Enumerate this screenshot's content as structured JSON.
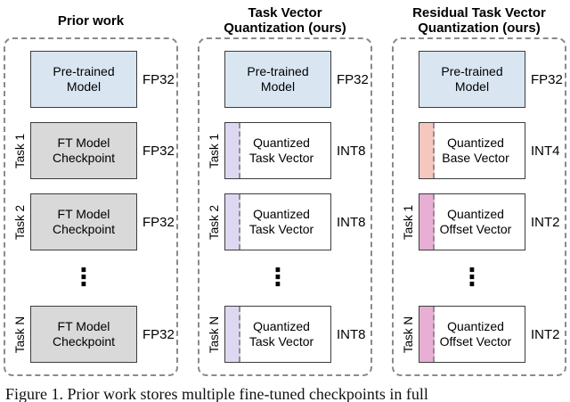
{
  "glyphs": {
    "vertical_ellipsis": "⋮"
  },
  "caption": "Figure 1. Prior work stores multiple fine-tuned checkpoints in full",
  "colors": {
    "pretrained_fill": "#d9e6f2",
    "checkpoint_fill": "#d9d9d9",
    "task_vector_strip": "#ded7f2",
    "base_vector_strip": "#f5c7bf",
    "offset_vector_strip": "#e8aed3",
    "panel_border": "#8a8a8a",
    "box_border": "#3d3d3d"
  },
  "columns": [
    {
      "title": "Prior work",
      "rows": [
        {
          "label": "Pre-trained\nModel",
          "precision": "FP32",
          "task": ""
        },
        {
          "label": "FT Model\nCheckpoint",
          "precision": "FP32",
          "task": "Task 1"
        },
        {
          "label": "FT Model\nCheckpoint",
          "precision": "FP32",
          "task": "Task 2"
        },
        {
          "label": "FT Model\nCheckpoint",
          "precision": "FP32",
          "task": "Task N"
        }
      ]
    },
    {
      "title": "Task Vector\nQuantization (ours)",
      "rows": [
        {
          "label": "Pre-trained\nModel",
          "precision": "FP32",
          "task": ""
        },
        {
          "label": "Quantized\nTask Vector",
          "precision": "INT8",
          "task": "Task 1"
        },
        {
          "label": "Quantized\nTask Vector",
          "precision": "INT8",
          "task": "Task 2"
        },
        {
          "label": "Quantized\nTask Vector",
          "precision": "INT8",
          "task": "Task N"
        }
      ]
    },
    {
      "title": "Residual Task Vector\nQuantization (ours)",
      "rows": [
        {
          "label": "Pre-trained\nModel",
          "precision": "FP32",
          "task": ""
        },
        {
          "label": "Quantized\nBase Vector",
          "precision": "INT4",
          "task": ""
        },
        {
          "label": "Quantized\nOffset Vector",
          "precision": "INT2",
          "task": "Task 1"
        },
        {
          "label": "Quantized\nOffset Vector",
          "precision": "INT2",
          "task": "Task N"
        }
      ]
    }
  ]
}
